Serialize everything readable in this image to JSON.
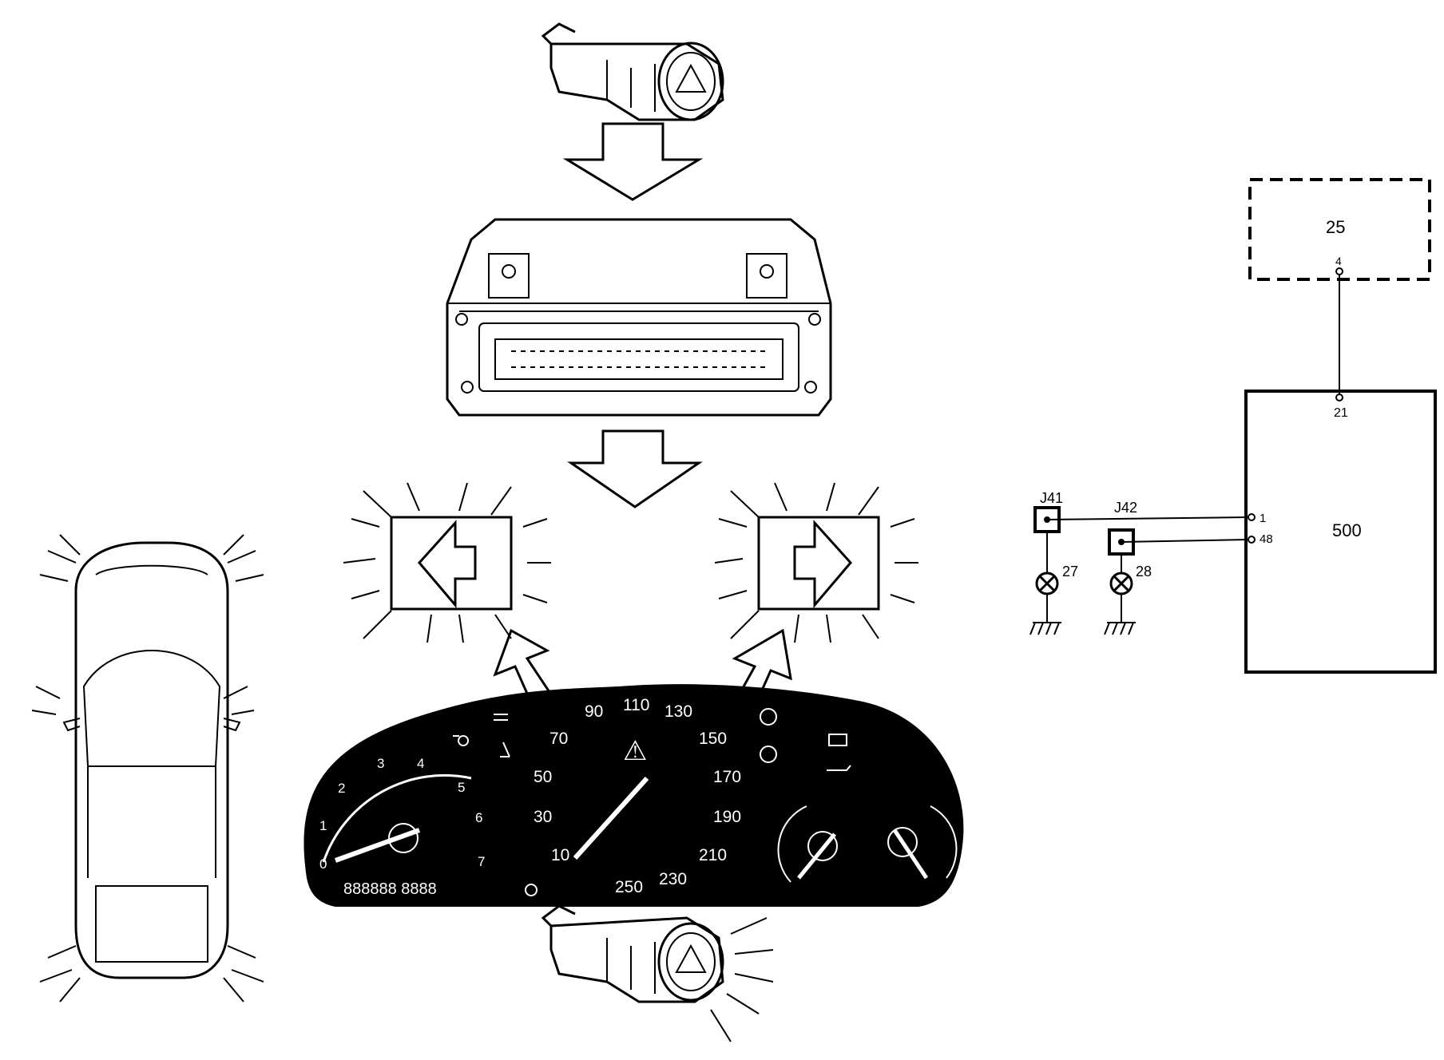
{
  "components": {
    "unit_25": {
      "label": "25",
      "pin": "4"
    },
    "unit_500": {
      "label": "500",
      "pins": [
        "21",
        "1",
        "48"
      ]
    },
    "junction_j41": {
      "label": "J41"
    },
    "junction_j42": {
      "label": "J42"
    },
    "lamp_27": {
      "label": "27"
    },
    "lamp_28": {
      "label": "28"
    }
  },
  "speedometer": {
    "ticks": [
      "10",
      "30",
      "50",
      "70",
      "90",
      "110",
      "130",
      "150",
      "170",
      "190",
      "210",
      "230",
      "250"
    ]
  },
  "tachometer": {
    "ticks": [
      "0",
      "1",
      "2",
      "3",
      "4",
      "5",
      "6",
      "7"
    ]
  },
  "odometer": {
    "display": "888888 8888"
  },
  "cluster_warning_symbol": "⚠",
  "colors": {
    "ink": "#000000",
    "paper": "#ffffff"
  }
}
